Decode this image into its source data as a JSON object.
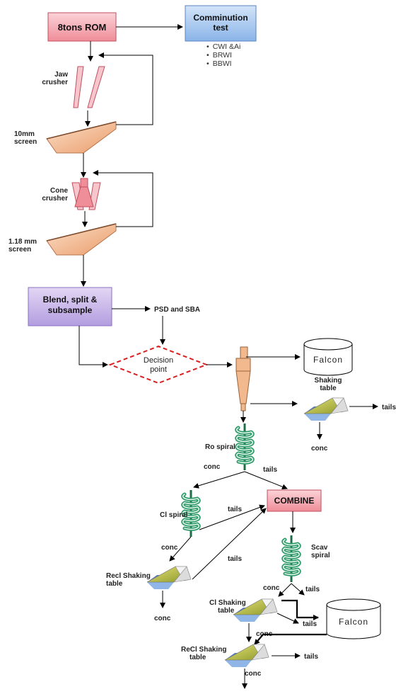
{
  "nodes": {
    "rom": "8tons ROM",
    "comminution": "Comminution test",
    "tests": [
      "CWI &Ai",
      "BRWI",
      "BBWI"
    ],
    "jaw": [
      "Jaw",
      "crusher"
    ],
    "screen10": [
      "10mm",
      "screen"
    ],
    "cone": [
      "Cone",
      "crusher"
    ],
    "screen118": [
      "1.18 mm",
      "screen"
    ],
    "blend": [
      "Blend, split &",
      "subsample"
    ],
    "psd": "PSD and SBA",
    "decision": [
      "Decision",
      "point"
    ],
    "falcon1": "Falcon",
    "shaking1": [
      "Shaking",
      "table"
    ],
    "ro_spiral": "Ro spiral",
    "combine": "COMBINE",
    "cl_spiral": "Cl spiral",
    "scav_spiral": [
      "Scav",
      "spiral"
    ],
    "recl_table1": [
      "Recl Shaking",
      "table"
    ],
    "cl_table": [
      "Cl Shaking",
      "table"
    ],
    "falcon2": "Falcon",
    "recl_table2": [
      "ReCl Shaking",
      "table"
    ]
  },
  "flow_labels": {
    "tails": "tails",
    "conc": "conc"
  },
  "colors": {
    "rom_fill": "#f4a3ad",
    "comminution_fill": "#9cc2ee",
    "blend_fill": "#c9b6ea",
    "combine_fill": "#f4a3ad",
    "screen_fill": "#f2b98f",
    "decision_stroke": "#d91f1f",
    "spiral_green": "#2e9a6a",
    "table_yellow": "#c9c84a",
    "table_blue": "#8fb6e6"
  }
}
